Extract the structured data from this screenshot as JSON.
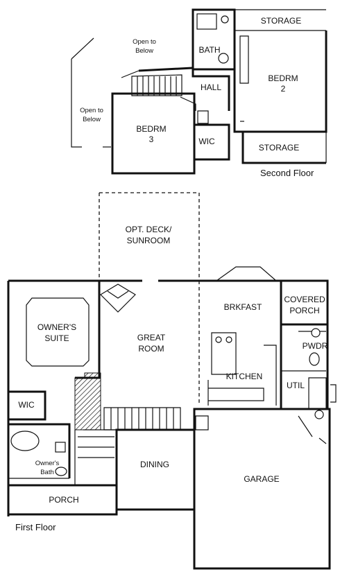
{
  "second_floor": {
    "label": "Second Floor",
    "rooms": {
      "storage_top": "STORAGE",
      "bath": "BATH",
      "open_to_below_1": [
        "Open to",
        "Below"
      ],
      "open_to_below_2": [
        "Open to",
        "Below"
      ],
      "hall": "HALL",
      "bedrm2": [
        "BEDRM",
        "2"
      ],
      "bedrm3": [
        "BEDRM",
        "3"
      ],
      "wic": "WIC",
      "storage_bottom": "STORAGE"
    }
  },
  "first_floor": {
    "label": "First Floor",
    "rooms": {
      "deck": [
        "OPT. DECK/",
        "SUNROOM"
      ],
      "owners_suite": [
        "OWNER'S",
        "SUITE"
      ],
      "great_room": [
        "GREAT",
        "ROOM"
      ],
      "brkfast": "BRKFAST",
      "covered_porch": [
        "COVERED",
        "PORCH"
      ],
      "pwdr": "PWDR",
      "kitchen": "KITCHEN",
      "util": "UTIL",
      "wic": "WIC",
      "owners_bath": [
        "Owner's",
        "Bath"
      ],
      "dining": "DINING",
      "garage": "GARAGE",
      "porch": "PORCH"
    }
  }
}
